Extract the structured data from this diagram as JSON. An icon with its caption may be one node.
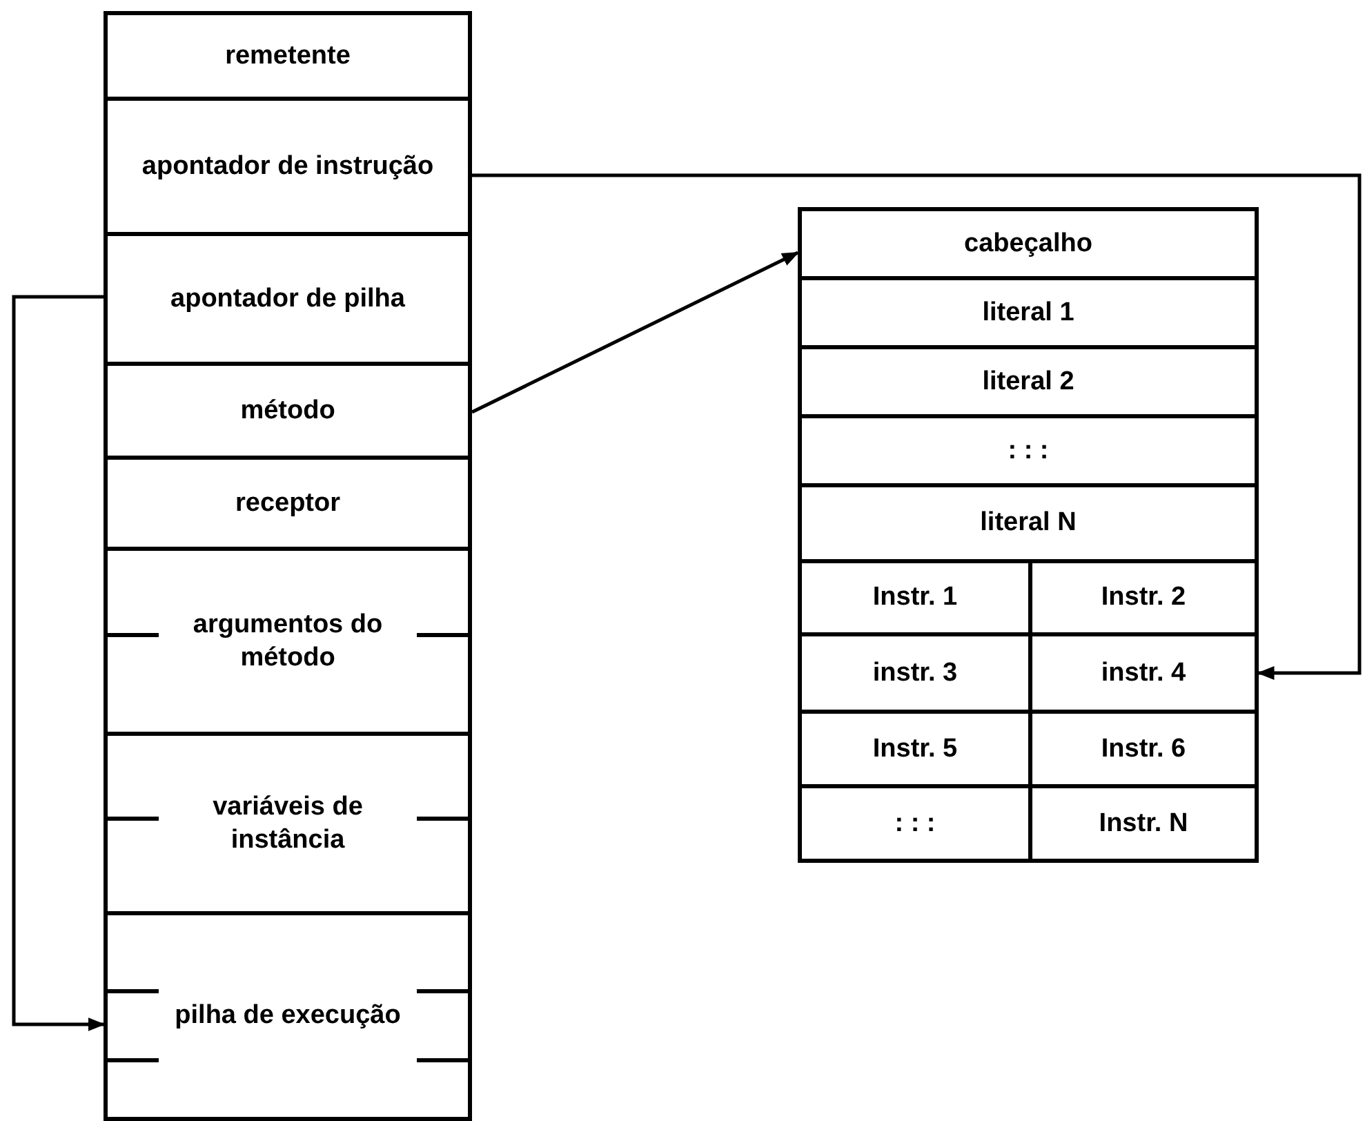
{
  "diagram": {
    "nodes": [
      {
        "text": [
          "remetente"
        ]
      },
      {
        "text": [
          "apontador de instrução"
        ]
      },
      {
        "text": [
          "apontador de pilha"
        ]
      },
      {
        "text": [
          "método"
        ]
      },
      {
        "text": [
          "receptor"
        ]
      },
      {
        "text": [
          "argumentos do método"
        ]
      },
      {
        "text": [
          "variáveis de instância"
        ]
      },
      {
        "text": [
          "pilha de execução"
        ]
      },
      {
        "text": [
          "cabeçalho"
        ]
      },
      {
        "text": [
          "literal 1"
        ]
      },
      {
        "text": [
          "literal 2"
        ]
      },
      {
        "text": [
          ": : :"
        ]
      },
      {
        "text": [
          "literal N"
        ]
      },
      {
        "text": [
          "Instr. 1"
        ]
      },
      {
        "text": [
          "Instr. 2"
        ]
      },
      {
        "text": [
          "instr. 3"
        ]
      },
      {
        "text": [
          "instr. 4"
        ]
      },
      {
        "text": [
          "Instr. 5"
        ]
      },
      {
        "text": [
          "Instr. 6"
        ]
      },
      {
        "text": [
          ": : :"
        ]
      },
      {
        "text": [
          "Instr. N"
        ]
      }
    ],
    "edges": [
      {
        "from": 1,
        "to": 16,
        "arrow": "to"
      },
      {
        "from": 3,
        "to": 8,
        "arrow": "to"
      },
      {
        "from": 2,
        "to": 7,
        "arrow": "to"
      }
    ]
  }
}
